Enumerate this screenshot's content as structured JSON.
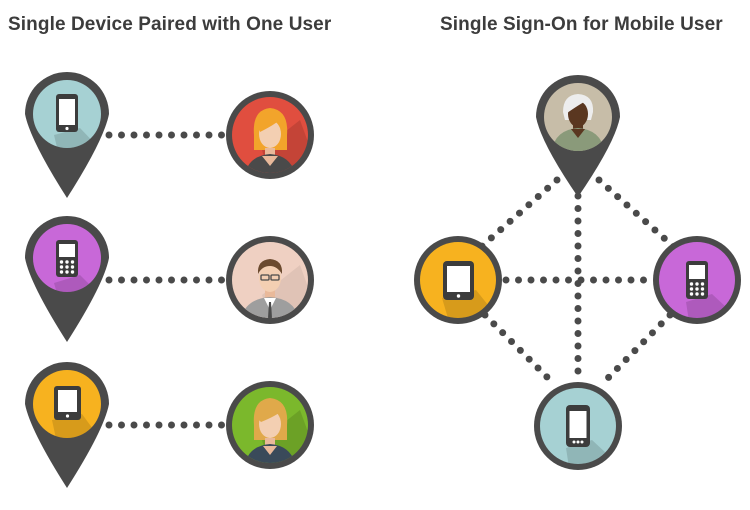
{
  "left_panel": {
    "title": "Single Device Paired with One User",
    "rows": [
      {
        "device": "smartphone-icon",
        "device_color": "#a6d1d3",
        "user": "user-redhead-woman",
        "user_color": "#e04e3f"
      },
      {
        "device": "feature-phone-icon",
        "device_color": "#c868d8",
        "user": "user-man-glasses",
        "user_color": "#efd0c2"
      },
      {
        "device": "smartphone-icon",
        "device_color": "#f7b21f",
        "user": "user-blonde-woman",
        "user_color": "#7bb82c"
      }
    ]
  },
  "right_panel": {
    "title": "Single Sign-On for Mobile User",
    "user": {
      "name": "user-gray-haired-man",
      "color": "#c7bda8"
    },
    "devices": [
      {
        "name": "tablet-icon",
        "color": "#f7b21f"
      },
      {
        "name": "feature-phone-icon",
        "color": "#c868d8"
      },
      {
        "name": "smartphone-icon",
        "color": "#a6d1d3"
      }
    ]
  },
  "colors": {
    "ring": "#4a4a4a",
    "dots": "#4a4a4a",
    "title_text": "#3c3c3c"
  }
}
